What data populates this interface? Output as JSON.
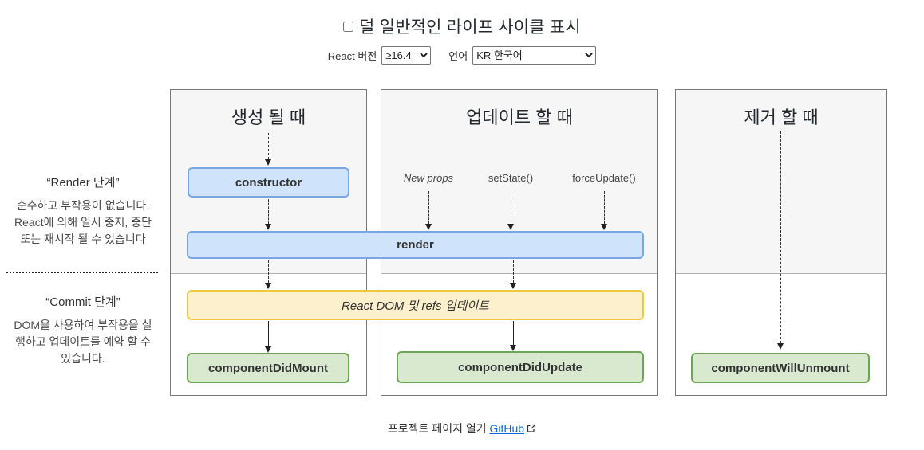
{
  "header": {
    "toggle_label": "덜 일반적인 라이프 사이클 표시",
    "version_label": "React 버전",
    "version_value": "≥16.4",
    "language_label": "언어",
    "language_value": "KR 한국어"
  },
  "phases": {
    "render": {
      "title": "“Render 단계”",
      "description": "순수하고 부작용이 없습니다. React에 의해 일시 중지, 중단 또는 재시작 될 수 있습니다"
    },
    "commit": {
      "title": "“Commit 단계”",
      "description": "DOM을 사용하여 부작용을 실행하고 업데이트를 예약 할 수 있습니다."
    }
  },
  "columns": {
    "mount": {
      "header": "생성 될 때"
    },
    "update": {
      "header": "업데이트 할 때",
      "triggers": [
        "New props",
        "setState()",
        "forceUpdate()"
      ]
    },
    "unmount": {
      "header": "제거 할 때"
    }
  },
  "methods": {
    "constructor": "constructor",
    "render": "render",
    "react_dom_update": "React DOM 및 refs 업데이트",
    "componentDidMount": "componentDidMount",
    "componentDidUpdate": "componentDidUpdate",
    "componentWillUnmount": "componentWillUnmount"
  },
  "footer": {
    "text": "프로젝트 페이지 열기",
    "link_label": "GitHub"
  },
  "colors": {
    "method_blue_bg": "#cfe3fb",
    "method_blue_border": "#79a7e3",
    "method_yellow_bg": "#fdf0cd",
    "method_yellow_border": "#f0c63f",
    "method_green_bg": "#d8e9d0",
    "method_green_border": "#6fa355",
    "phase_top_bg": "#f6f6f7",
    "link": "#0969da"
  }
}
